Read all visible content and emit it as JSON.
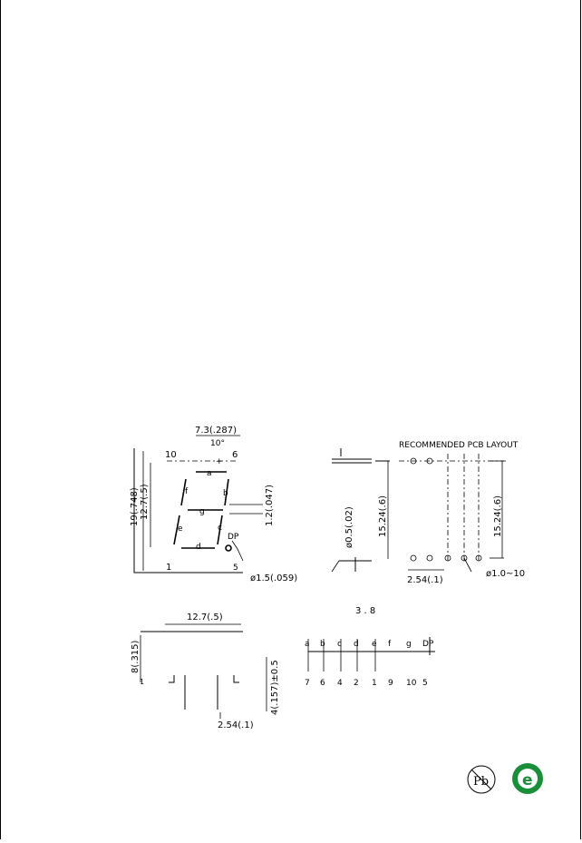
{
  "front_view": {
    "dim_width": "7.3(.287)",
    "dim_angle": "10°",
    "pin_top_left": "10",
    "pin_top_right": "6",
    "pin_bottom_left": "1",
    "pin_bottom_right": "5",
    "dim_height_total": "19(.748)",
    "dim_height_digit": "12.7(.5)",
    "dim_segment": "1.2(.047)",
    "label_dp": "DP",
    "seg_a": "a",
    "seg_b": "b",
    "seg_c": "c",
    "seg_d": "d",
    "seg_e": "e",
    "seg_f": "f",
    "seg_g": "g"
  },
  "side_view": {
    "dim_pin_dia": "ø0.5(.02)",
    "dim_row": "15.24(.6)",
    "dim_hole": "ø1.5(.059)"
  },
  "pcb_layout": {
    "title": "RECOMMENDED PCB LAYOUT",
    "dim_row": "15.24(.6)",
    "dim_pitch": "2.54(.1)",
    "dim_hole": "ø1.0~10"
  },
  "bottom_view": {
    "dim_width": "12.7(.5)",
    "dim_height": "8(.315)",
    "pin_one": "1",
    "dim_pin_len": "4(.157)±0.5",
    "dim_pitch": "2.54(.1)"
  },
  "schematic": {
    "title": "3 . 8",
    "segments": [
      "a",
      "b",
      "c",
      "d",
      "e",
      "f",
      "g",
      "DP"
    ],
    "pins": [
      "7",
      "6",
      "4",
      "2",
      "1",
      "9",
      "10",
      "5"
    ]
  },
  "badges": {
    "pb_label": "Pb",
    "eco_label": "e"
  },
  "colors": {
    "eco_green": "#1a8f3a",
    "line": "#000000"
  }
}
